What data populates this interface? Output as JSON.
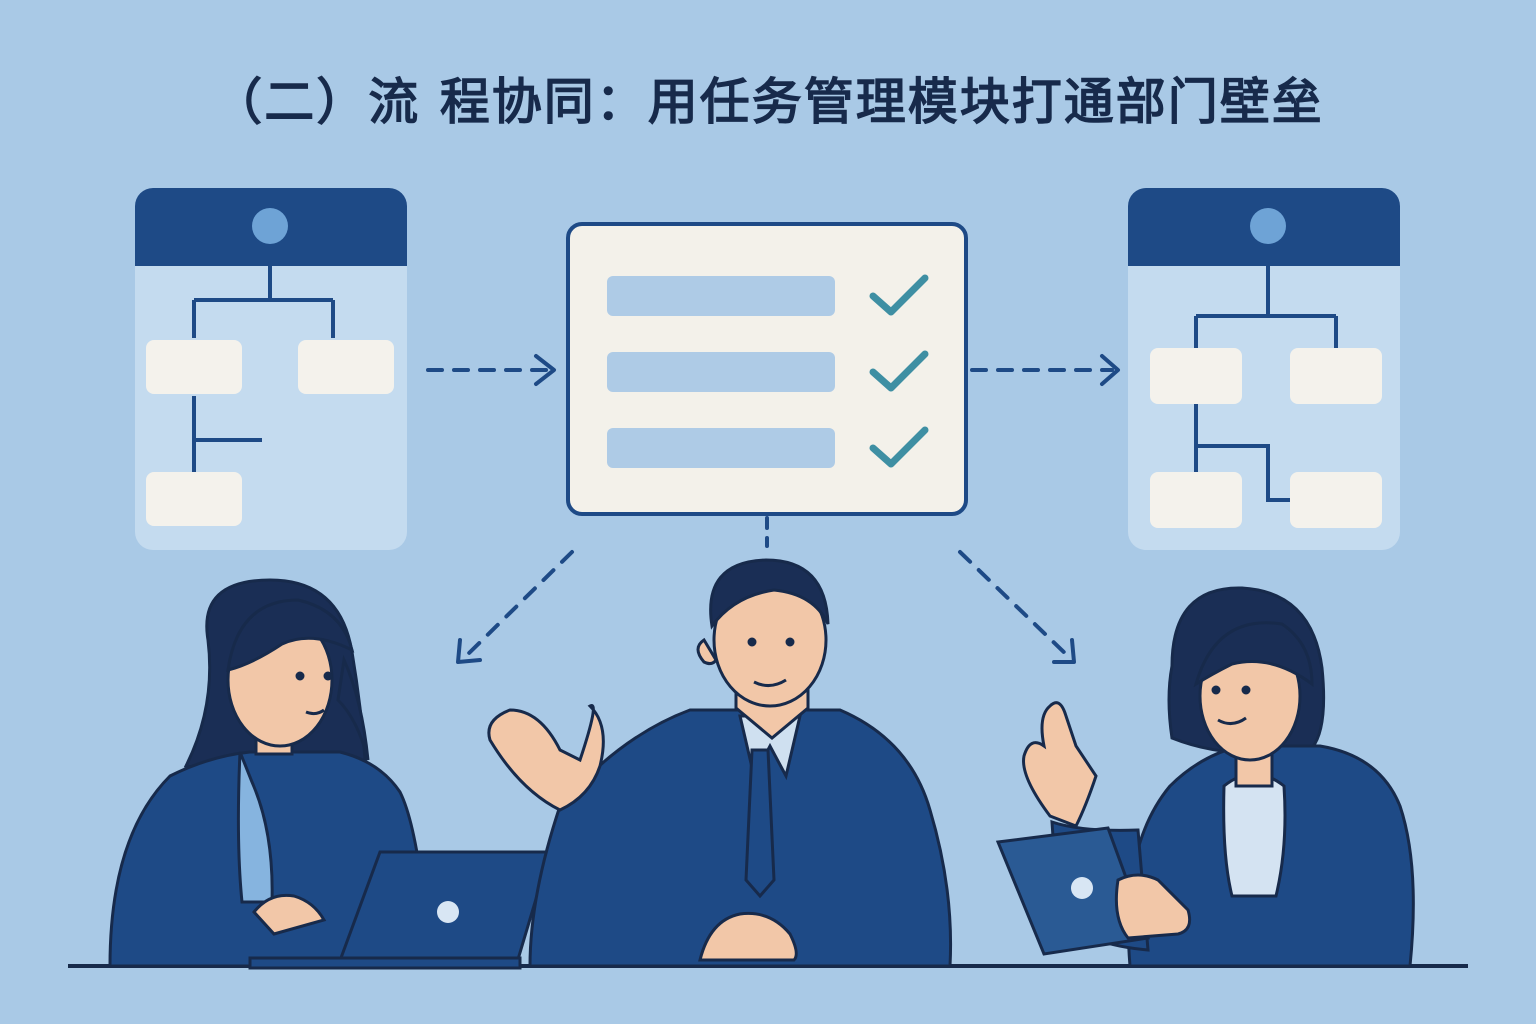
{
  "title": "（二）流 程协同：用任务管理模块打通部门壁垒",
  "colors": {
    "background": "#a9c9e6",
    "navy": "#1e4a86",
    "dark_navy": "#172a4b",
    "check_teal": "#3e8fa3",
    "task_bar": "#aecbe6",
    "card": "#f3f1ea",
    "skin": "#f2c7a8"
  },
  "icons": {
    "left_card": "org-chart-icon",
    "center_card": "task-checklist-icon",
    "right_card": "org-chart-icon",
    "task_check": "check-icon",
    "laptop": "laptop-icon",
    "tablet": "tablet-icon"
  },
  "task_list": {
    "items": 3,
    "checked": 3
  }
}
